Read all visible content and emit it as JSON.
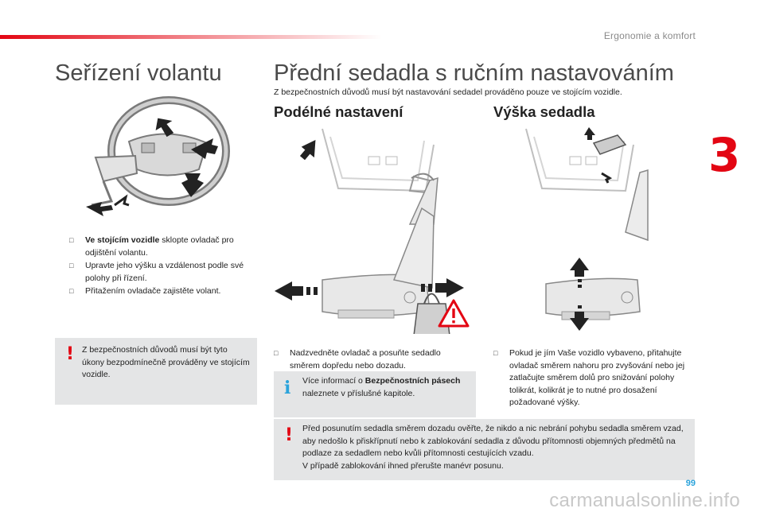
{
  "header": {
    "section_title": "Ergonomie a komfort",
    "chapter_number": "3",
    "page_number": "99"
  },
  "left": {
    "title": "Seřízení volantu",
    "bullets": [
      {
        "bold": "Ve stojícím vozidle",
        "text": " sklopte ovladač pro odjištění volantu."
      },
      {
        "text": "Upravte jeho výšku a vzdálenost podle své polohy při řízení."
      },
      {
        "text": "Přitažením ovladače zajistěte volant."
      }
    ],
    "warning": "Z bezpečnostních důvodů musí být tyto úkony bezpodmínečně prováděny ve stojícím vozidle."
  },
  "right": {
    "title": "Přední sedadla s ručním nastavováním",
    "intro": "Z bezpečnostních důvodů musí být nastavování sedadel prováděno pouze ve stojícím vozidle.",
    "longitudinal": {
      "title": "Podélné nastavení",
      "bullet": "Nadzvedněte ovladač a posuňte sedadlo směrem dopředu nebo dozadu.",
      "info_pre": "Více informací o ",
      "info_bold": "Bezpečnostních pásech",
      "info_post": " naleznete v příslušné kapitole."
    },
    "height": {
      "title": "Výška sedadla",
      "bullet": "Pokud je jím Vaše vozidlo vybaveno, přitahujte ovladač směrem nahoru pro zvyšování nebo jej zatlačujte směrem dolů pro snižování polohy tolikrát, kolikrát je to nutné pro dosažení požadované výšky."
    },
    "warning": "Před posunutím sedadla směrem dozadu ověřte, že nikdo a nic nebrání pohybu sedadla směrem vzad, aby nedošlo k přiskřípnutí nebo k zablokování sedadla z důvodu přítomnosti objemných předmětů na podlaze za sedadlem nebo kvůli přítomnosti cestujících vzadu.\nV případě zablokování ihned přerušte manévr posunu."
  },
  "icons": {
    "bullet": "square-bullet-icon",
    "warning": "exclamation-icon",
    "info": "info-icon",
    "triangle": "warning-triangle-icon"
  },
  "colors": {
    "accent_red": "#e30613",
    "info_blue": "#2aa3db",
    "box_grey": "#e4e5e6"
  },
  "watermark": "carmanualsonline.info"
}
